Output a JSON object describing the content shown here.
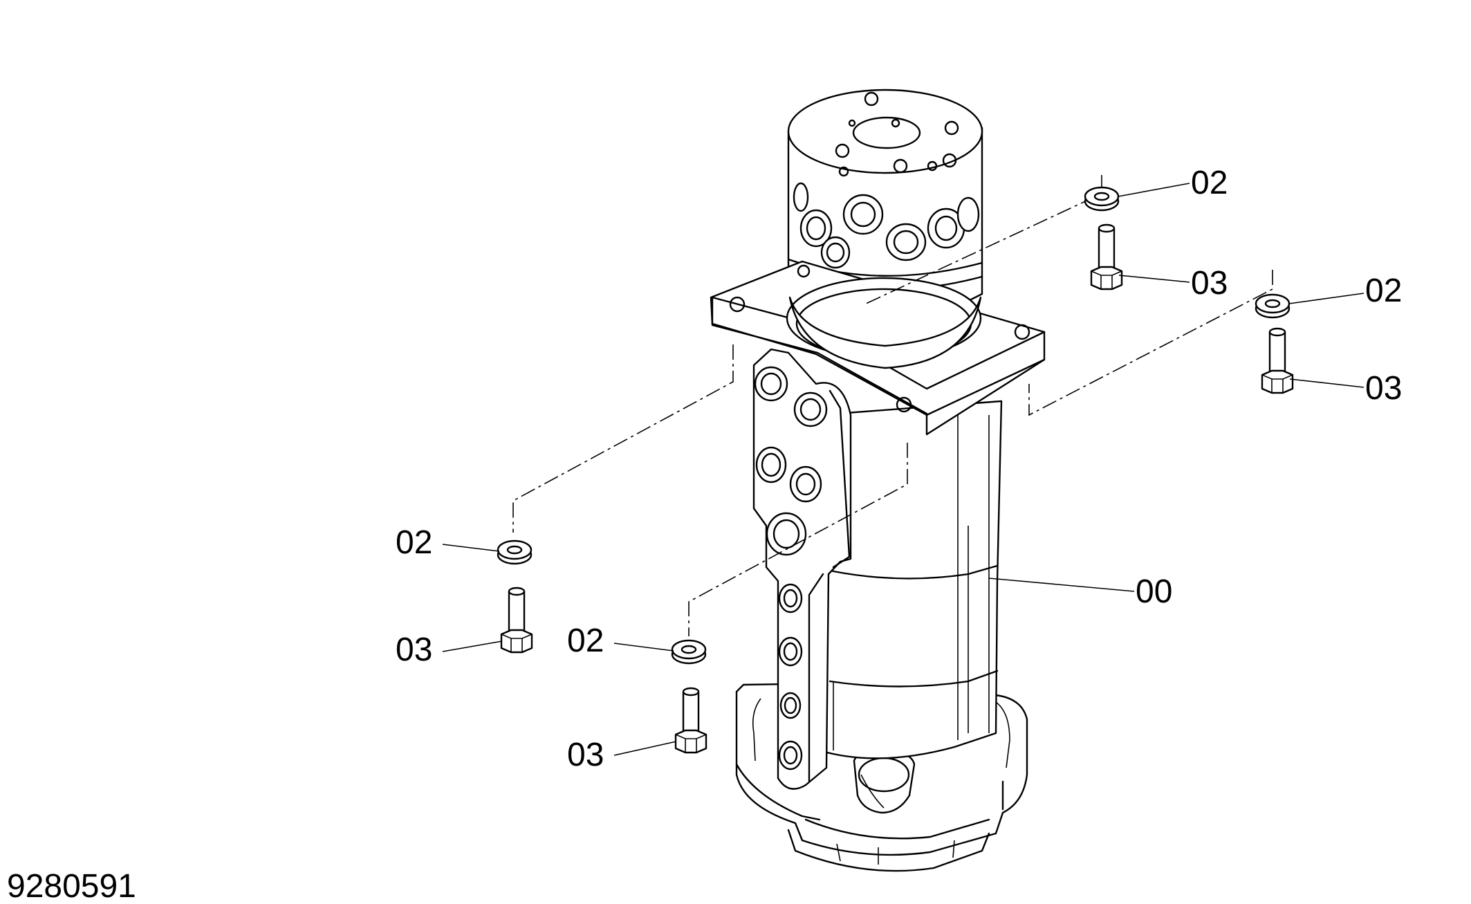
{
  "drawing_number": "9280591",
  "part_labels": {
    "body": "00",
    "washer": "02",
    "bolt": "03"
  },
  "callouts": [
    {
      "part": "washer",
      "text": "02"
    },
    {
      "part": "bolt",
      "text": "03"
    },
    {
      "part": "washer",
      "text": "02"
    },
    {
      "part": "bolt",
      "text": "03"
    },
    {
      "part": "body",
      "text": "00"
    },
    {
      "part": "washer",
      "text": "02"
    },
    {
      "part": "bolt",
      "text": "03"
    },
    {
      "part": "washer",
      "text": "02"
    },
    {
      "part": "bolt",
      "text": "03"
    }
  ]
}
